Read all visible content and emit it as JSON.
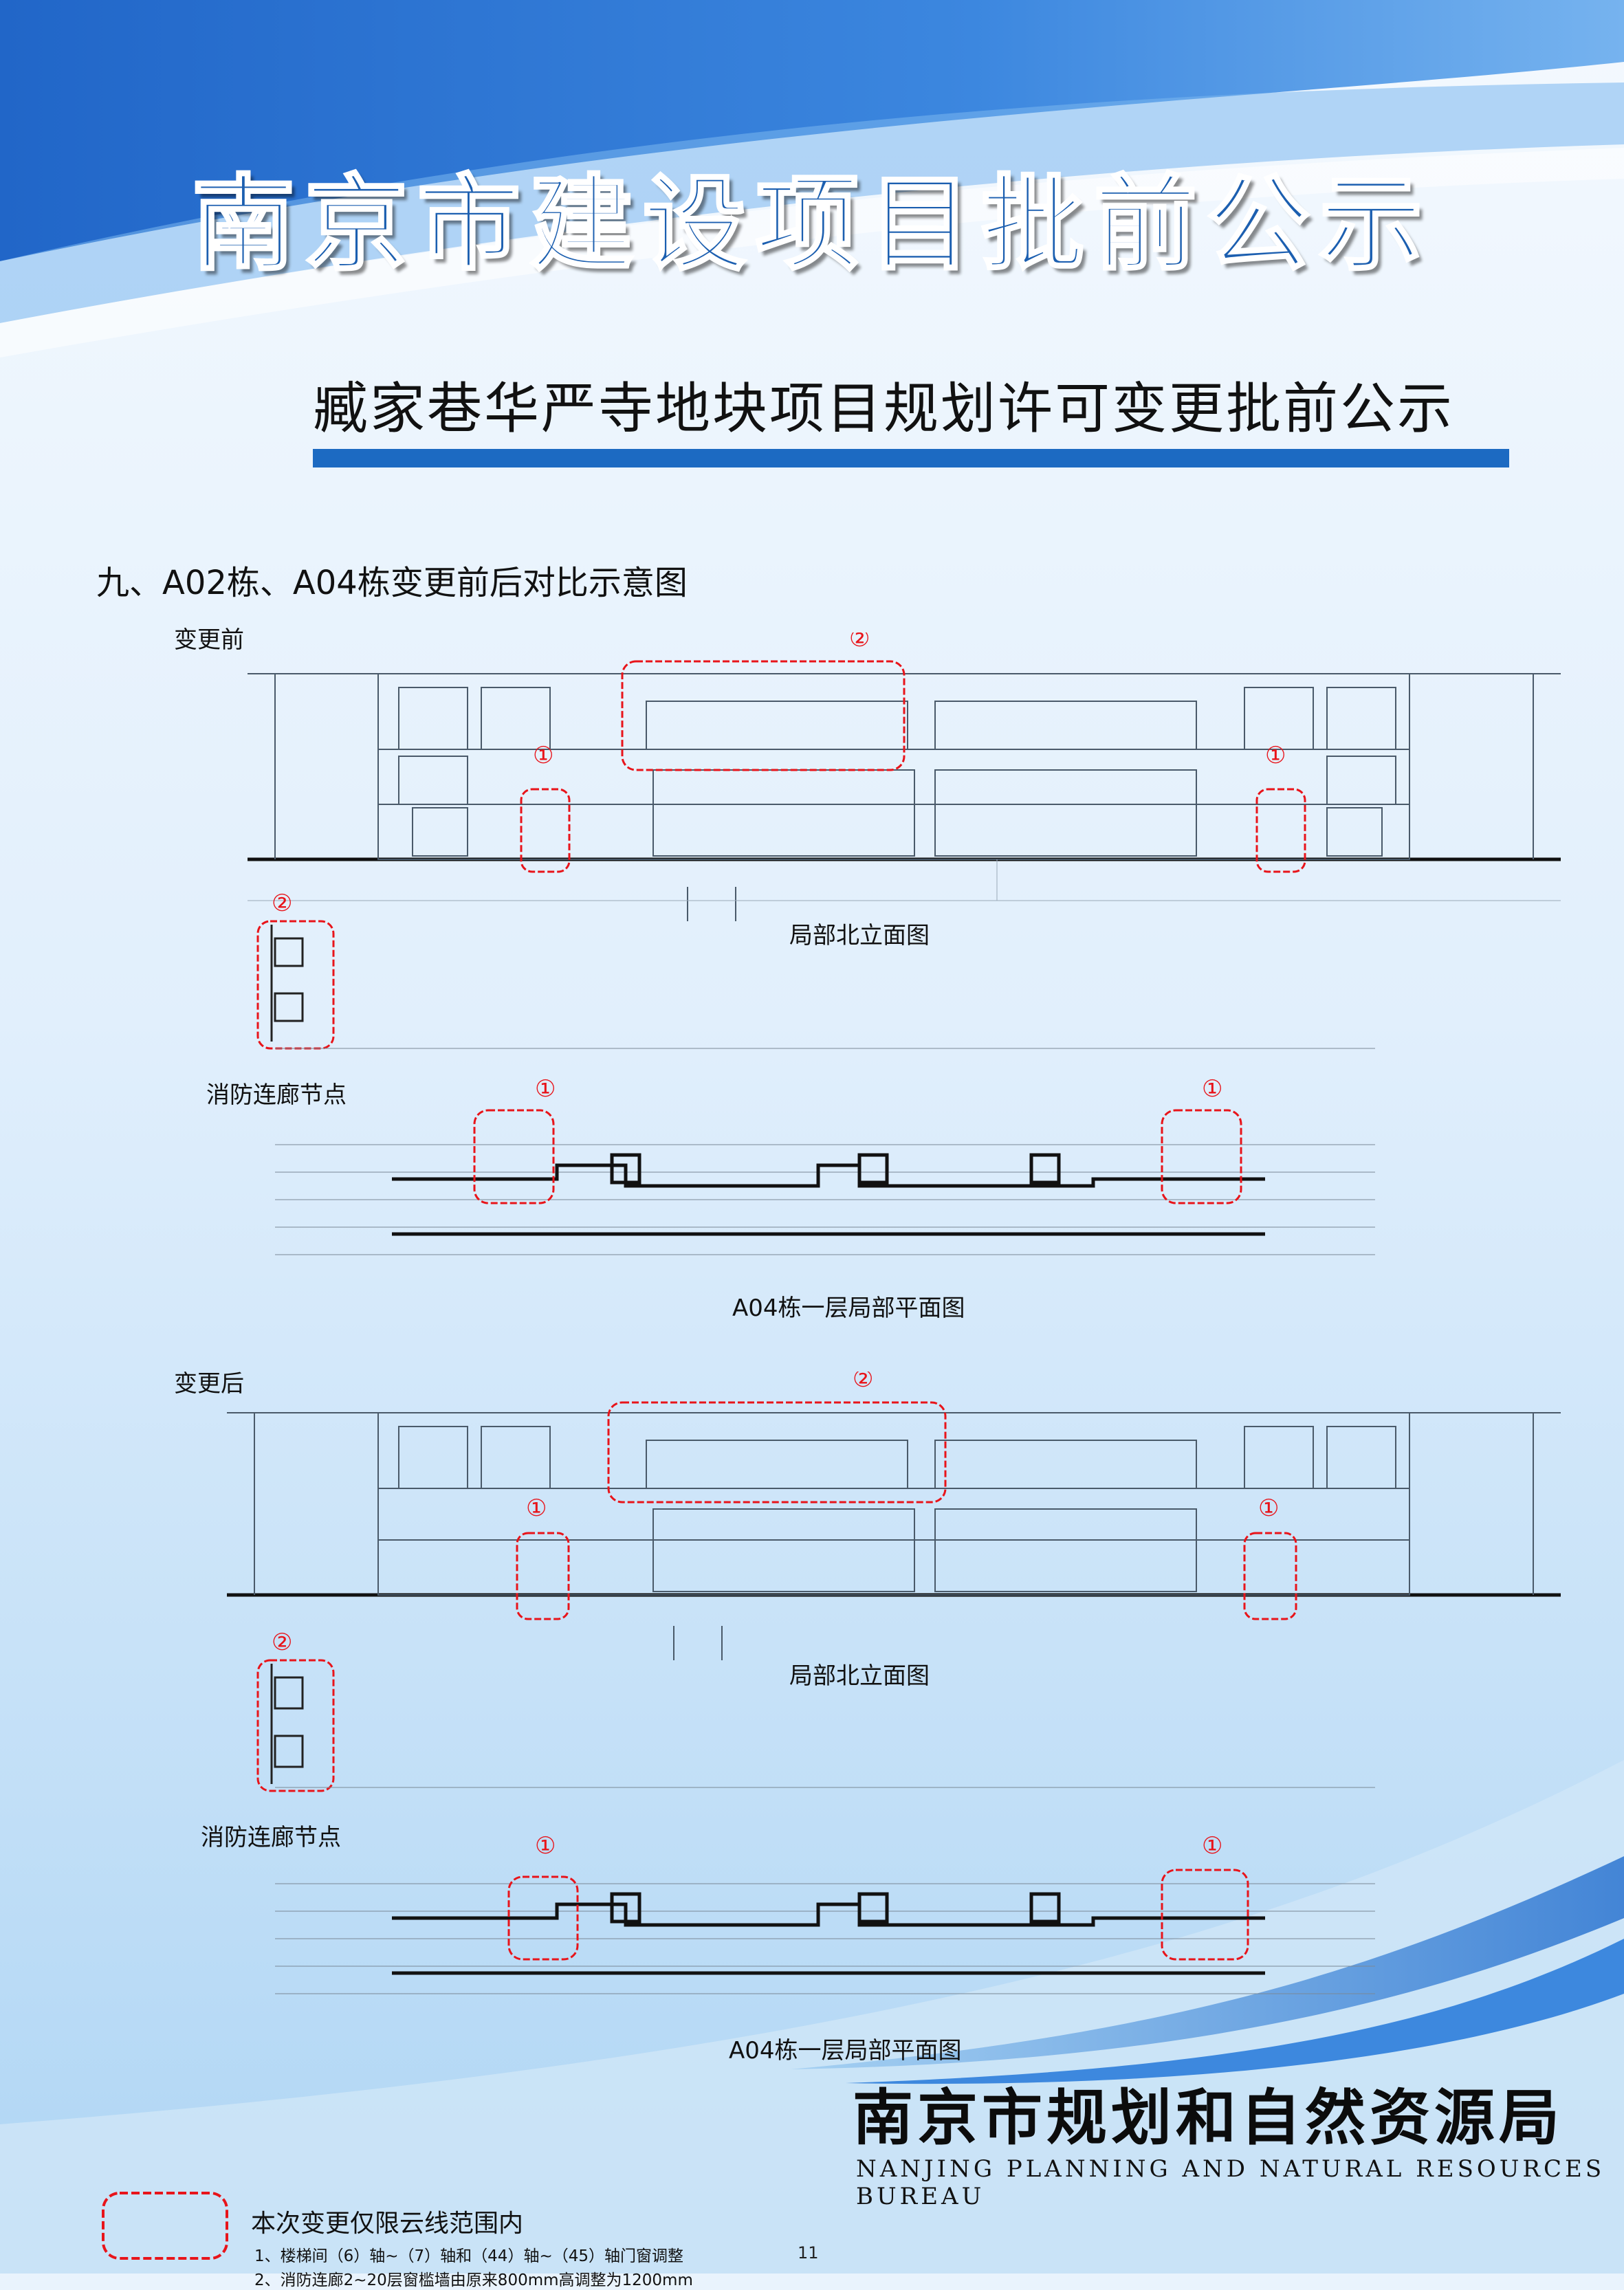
{
  "header": {
    "title": "南京市建设项目批前公示",
    "subtitle": "臧家巷华严寺地块项目规划许可变更批前公示"
  },
  "section_title": "九、A02栋、A04栋变更前后对比示意图",
  "before": {
    "label": "变更前",
    "elevation_caption": "局部北立面图",
    "node_caption": "消防连廊节点",
    "plan_caption": "A04栋一层局部平面图",
    "marks": [
      "①",
      "②"
    ]
  },
  "after": {
    "label": "变更后",
    "elevation_caption": "局部北立面图",
    "node_caption": "消防连廊节点",
    "plan_caption": "A04栋一层局部平面图",
    "marks": [
      "①",
      "②"
    ]
  },
  "legend": {
    "title": "本次变更仅限云线范围内",
    "items": [
      "1、楼梯间（6）轴~（7）轴和（44）轴~（45）轴门窗调整",
      "2、消防连廊2~20层窗槛墙由原来800mm高调整为1200mm"
    ]
  },
  "footer": {
    "bureau_cn": "南京市规划和自然资源局",
    "bureau_en": "NANJING PLANNING AND NATURAL RESOURCES BUREAU",
    "page_number": "11"
  },
  "colors": {
    "accent_blue": "#1c6ac2",
    "title_blue": "#1c5fb0",
    "revision_cloud": "#e8141a"
  }
}
